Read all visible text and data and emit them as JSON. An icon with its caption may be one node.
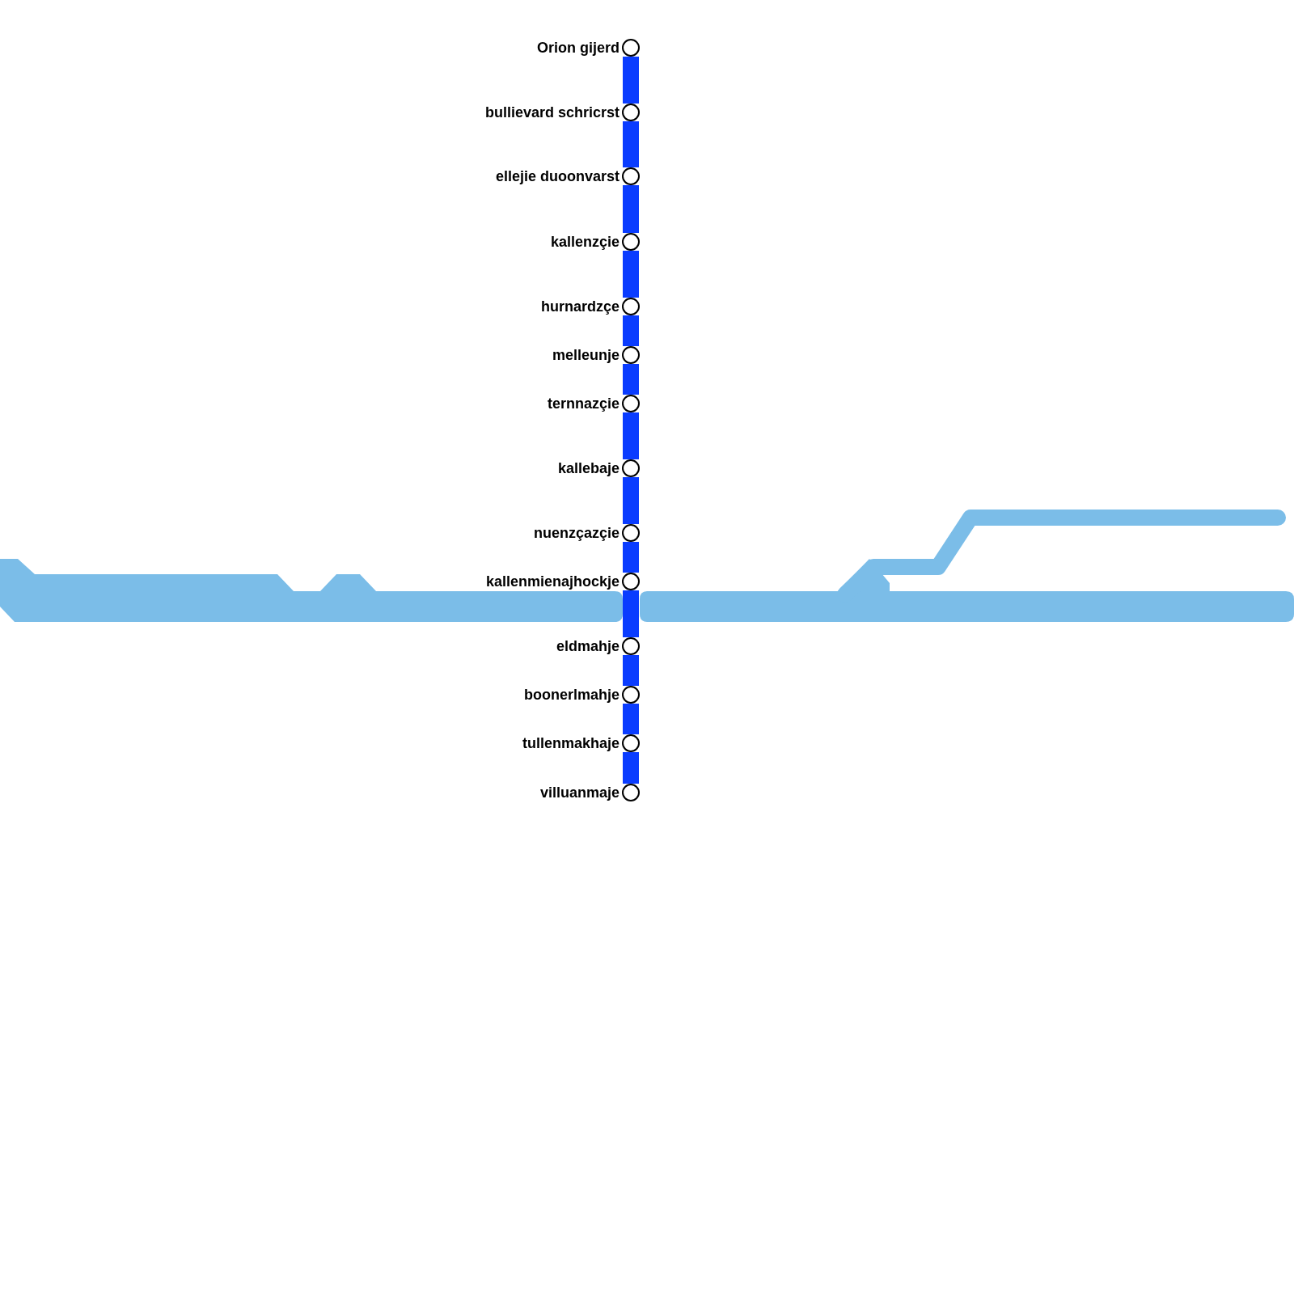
{
  "diagram": {
    "nodes": [
      {
        "text": [
          "Orion gijerd"
        ]
      },
      {
        "text": [
          "bullievard schricrst"
        ]
      },
      {
        "text": [
          "ellejie duoonvarst"
        ]
      },
      {
        "text": [
          "kallenzçie"
        ]
      },
      {
        "text": [
          "hurnardzçe"
        ]
      },
      {
        "text": [
          "melleunje"
        ]
      },
      {
        "text": [
          "ternnazçie"
        ]
      },
      {
        "text": [
          "kallebaje"
        ]
      },
      {
        "text": [
          "nuenzçazçie"
        ]
      },
      {
        "text": [
          "kallenmienajhockje"
        ]
      },
      {
        "text": [
          "eldmahje"
        ]
      },
      {
        "text": [
          "boonerlmahje"
        ]
      },
      {
        "text": [
          "tullenmakhaje"
        ]
      },
      {
        "text": [
          "villuanmaje"
        ]
      }
    ],
    "edges": [
      {
        "from": 0,
        "to": 1,
        "arrow": "none"
      },
      {
        "from": 1,
        "to": 2,
        "arrow": "none"
      },
      {
        "from": 2,
        "to": 3,
        "arrow": "none"
      },
      {
        "from": 3,
        "to": 4,
        "arrow": "none"
      },
      {
        "from": 4,
        "to": 5,
        "arrow": "none"
      },
      {
        "from": 5,
        "to": 6,
        "arrow": "none"
      },
      {
        "from": 6,
        "to": 7,
        "arrow": "none"
      },
      {
        "from": 7,
        "to": 8,
        "arrow": "none"
      },
      {
        "from": 8,
        "to": 9,
        "arrow": "none"
      },
      {
        "from": 9,
        "to": 10,
        "arrow": "none"
      },
      {
        "from": 10,
        "to": 11,
        "arrow": "none"
      },
      {
        "from": 11,
        "to": 12,
        "arrow": "none"
      },
      {
        "from": 12,
        "to": 13,
        "arrow": "none"
      }
    ]
  }
}
